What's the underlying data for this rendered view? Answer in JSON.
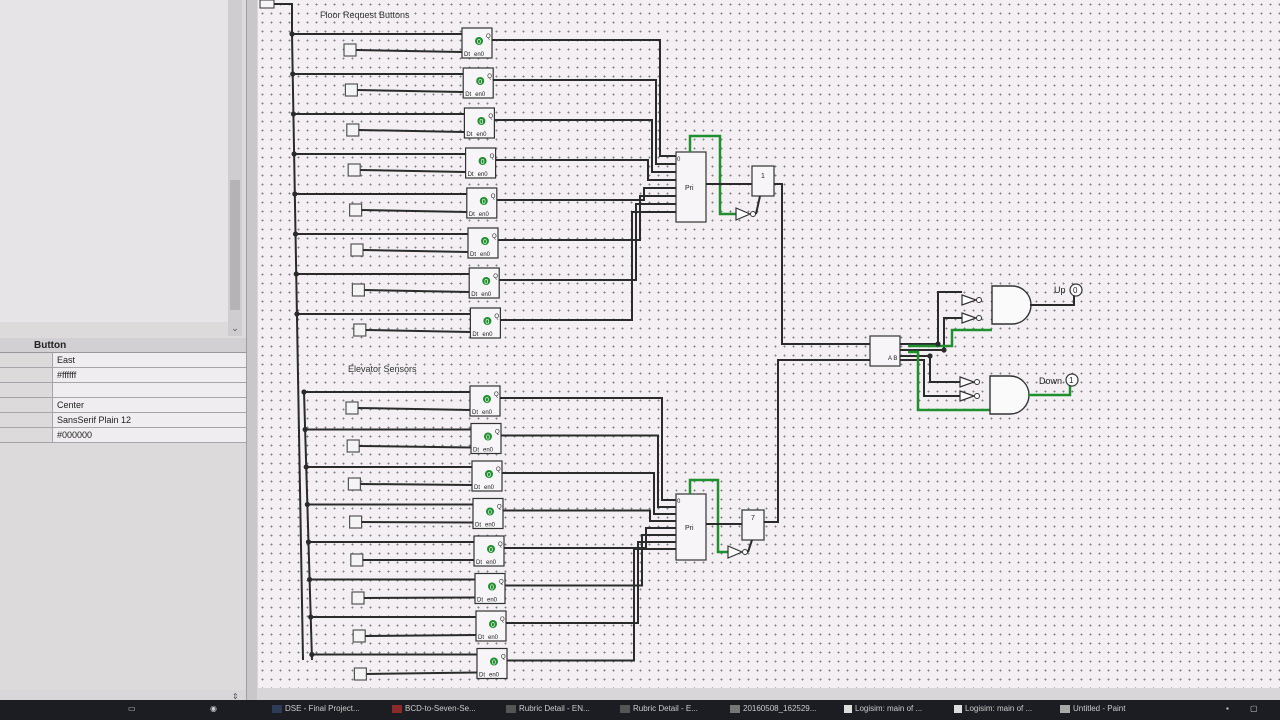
{
  "attributes": {
    "header": "Button",
    "rows": [
      {
        "value": "East"
      },
      {
        "value": "#ffffff"
      },
      {
        "value": ""
      },
      {
        "value": "Center"
      },
      {
        "value": "SansSerif Plain 12"
      },
      {
        "value": "#000000"
      }
    ]
  },
  "circuit": {
    "label_floor_requests": "Floor Request Buttons",
    "label_elevator_sensors": "Elevator Sensors",
    "register_value": "0",
    "register_out_label": "Q",
    "register_enable_label": "en",
    "register_clock_label": "Dt",
    "priority_label": "Pri",
    "comparator_label": "A B",
    "floor_register_top": "1",
    "floor_register_bottom": "7",
    "output_up": {
      "label": "Up",
      "value": "0"
    },
    "output_down": {
      "label": "Down",
      "value": "1"
    }
  },
  "taskbar": {
    "items": [
      {
        "label": "DSE - Final Project..."
      },
      {
        "label": "BCD-to-Seven-Se..."
      },
      {
        "label": "Rubric Detail - EN..."
      },
      {
        "label": "Rubric Detail - E..."
      },
      {
        "label": "20160508_162529..."
      },
      {
        "label": "Logisim: main of ..."
      },
      {
        "label": "Logisim: main of ..."
      },
      {
        "label": "Untitled - Paint"
      }
    ]
  },
  "colors": {
    "wire_dark": "#2b2b2b",
    "wire_green": "#1f8f2f",
    "canvas_bg": "#f3eff2"
  }
}
